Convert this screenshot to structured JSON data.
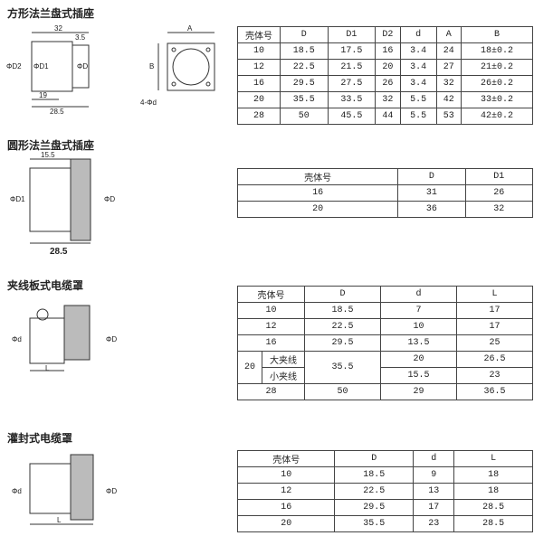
{
  "sections": [
    {
      "title": "方形法兰盘式插座",
      "drawing_labels": [
        "32",
        "3.5",
        "ΦD2",
        "ΦD1",
        "ΦD",
        "19",
        "28.5",
        "A",
        "B",
        "4-Φd"
      ],
      "headers": [
        "壳体号",
        "D",
        "D1",
        "D2",
        "d",
        "A",
        "B"
      ],
      "rows": [
        [
          "10",
          "18.5",
          "17.5",
          "16",
          "3.4",
          "24",
          "18±0.2"
        ],
        [
          "12",
          "22.5",
          "21.5",
          "20",
          "3.4",
          "27",
          "21±0.2"
        ],
        [
          "16",
          "29.5",
          "27.5",
          "26",
          "3.4",
          "32",
          "26±0.2"
        ],
        [
          "20",
          "35.5",
          "33.5",
          "32",
          "5.5",
          "42",
          "33±0.2"
        ],
        [
          "28",
          "50",
          "45.5",
          "44",
          "5.5",
          "53",
          "42±0.2"
        ]
      ]
    },
    {
      "title": "圆形法兰盘式插座",
      "drawing_labels": [
        "15.5",
        "ΦD1",
        "ΦD",
        "28.5"
      ],
      "headers": [
        "壳体号",
        "D",
        "D1"
      ],
      "rows": [
        [
          "16",
          "31",
          "26"
        ],
        [
          "20",
          "36",
          "32"
        ]
      ]
    },
    {
      "title": "夹线板式电缆罩",
      "drawing_labels": [
        "Φd",
        "ΦD",
        "L"
      ],
      "headers": [
        "壳体号",
        "D",
        "d",
        "L"
      ],
      "rows": [
        [
          "10",
          "18.5",
          "7",
          "17"
        ],
        [
          "12",
          "22.5",
          "10",
          "17"
        ],
        [
          "16",
          "29.5",
          "13.5",
          "25"
        ]
      ],
      "row20": {
        "shell": "20",
        "sub1": "大夹线",
        "sub2": "小夹线",
        "D": "35.5",
        "d1": "20",
        "L1": "26.5",
        "d2": "15.5",
        "L2": "23"
      },
      "row28": [
        "28",
        "50",
        "29",
        "36.5"
      ]
    },
    {
      "title": "灌封式电缆罩",
      "drawing_labels": [
        "Φd",
        "ΦD",
        "L"
      ],
      "headers": [
        "壳体号",
        "D",
        "d",
        "L"
      ],
      "rows": [
        [
          "10",
          "18.5",
          "9",
          "18"
        ],
        [
          "12",
          "22.5",
          "13",
          "18"
        ],
        [
          "16",
          "29.5",
          "17",
          "28.5"
        ],
        [
          "20",
          "35.5",
          "23",
          "28.5"
        ]
      ]
    }
  ]
}
